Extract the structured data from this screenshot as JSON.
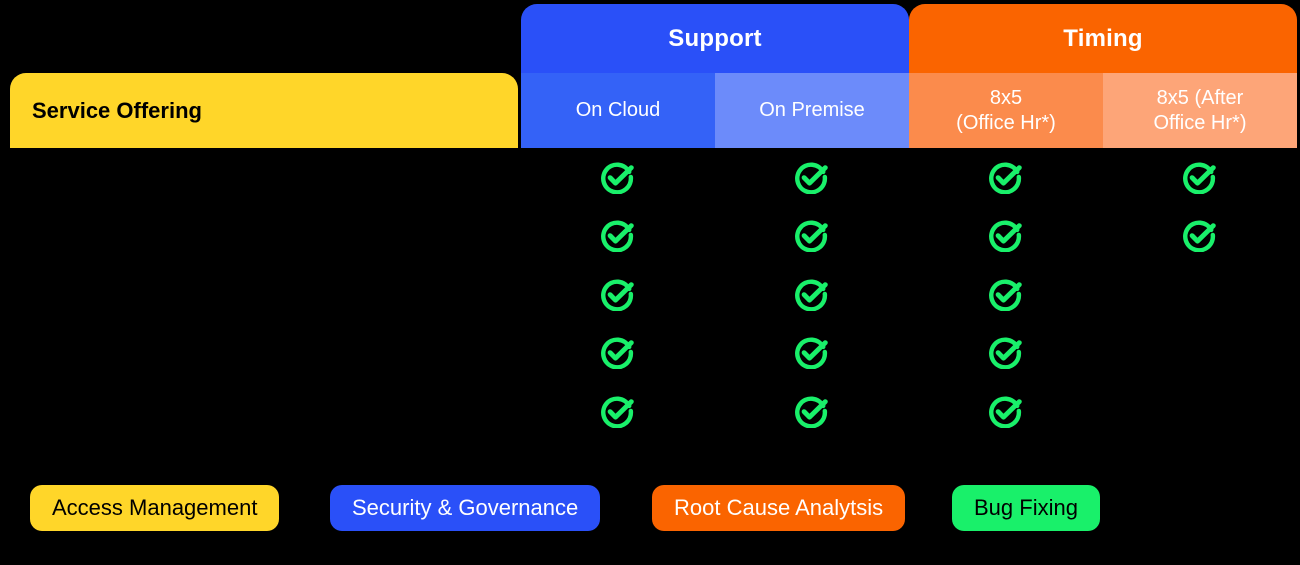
{
  "table": {
    "row_label_header": "Service Offering",
    "groups": [
      {
        "label": "Support",
        "color": "#2a50f8"
      },
      {
        "label": "Timing",
        "color": "#fa6400"
      }
    ],
    "columns": [
      {
        "key": "oncloud",
        "label": "On Cloud",
        "color": "#3462f7"
      },
      {
        "key": "onpremise",
        "label": "On Premise",
        "color": "#6c8bfa"
      },
      {
        "key": "office",
        "label": "8x5\n(Office Hr*)",
        "color": "#fb8b4c"
      },
      {
        "key": "after",
        "label": "8x5 (After\nOffice Hr*)",
        "color": "#fda578"
      }
    ],
    "rows": [
      {
        "label": "",
        "oncloud": true,
        "onpremise": true,
        "office": true,
        "after": true
      },
      {
        "label": "",
        "oncloud": true,
        "onpremise": true,
        "office": true,
        "after": true
      },
      {
        "label": "",
        "oncloud": true,
        "onpremise": true,
        "office": true,
        "after": false
      },
      {
        "label": "",
        "oncloud": true,
        "onpremise": true,
        "office": true,
        "after": false
      },
      {
        "label": "",
        "oncloud": true,
        "onpremise": true,
        "office": true,
        "after": false
      }
    ],
    "check_icon": "check-circle-icon",
    "check_color": "#19f06a"
  },
  "legend": {
    "items": [
      {
        "label": "Access Management",
        "bg": "#ffd629",
        "fg": "#000000"
      },
      {
        "label": "Security & Governance",
        "bg": "#2a50f8",
        "fg": "#ffffff"
      },
      {
        "label": "Root Cause Analytsis",
        "bg": "#fa6400",
        "fg": "#ffffff"
      },
      {
        "label": "Bug Fixing",
        "bg": "#19f06a",
        "fg": "#000000"
      }
    ]
  }
}
